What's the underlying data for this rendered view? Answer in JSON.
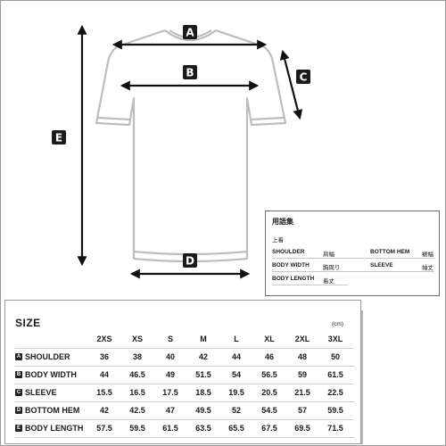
{
  "badges": {
    "a": "A",
    "b": "B",
    "c": "C",
    "d": "D",
    "e": "E"
  },
  "glossary": {
    "title": "用語集",
    "subtitle": "上着",
    "rows": [
      {
        "en": "SHOULDER",
        "jp": "肩幅",
        "en2": "BOTTOM HEM",
        "jp2": "裾幅"
      },
      {
        "en": "BODY WIDTH",
        "jp": "胸周り",
        "en2": "SLEEVE",
        "jp2": "袖丈"
      },
      {
        "en": "BODY LENGTH",
        "jp": "着丈"
      }
    ]
  },
  "size_table": {
    "title": "SIZE",
    "unit": "(cm)",
    "sizes": [
      "2XS",
      "XS",
      "S",
      "M",
      "L",
      "XL",
      "2XL",
      "3XL"
    ],
    "rows": [
      {
        "tag": "A",
        "label": "SHOULDER",
        "values": [
          "36",
          "38",
          "40",
          "42",
          "44",
          "46",
          "48",
          "50"
        ]
      },
      {
        "tag": "B",
        "label": "BODY WIDTH",
        "values": [
          "44",
          "46.5",
          "49",
          "51.5",
          "54",
          "56.5",
          "59",
          "61.5"
        ]
      },
      {
        "tag": "C",
        "label": "SLEEVE",
        "values": [
          "15.5",
          "16.5",
          "17.5",
          "18.5",
          "19.5",
          "20.5",
          "21.5",
          "22.5"
        ]
      },
      {
        "tag": "D",
        "label": "BOTTOM HEM",
        "values": [
          "42",
          "42.5",
          "47",
          "49.5",
          "52",
          "54.5",
          "57",
          "59.5"
        ]
      },
      {
        "tag": "E",
        "label": "BODY LENGTH",
        "values": [
          "57.5",
          "59.5",
          "61.5",
          "63.5",
          "65.5",
          "67.5",
          "69.5",
          "71.5"
        ]
      }
    ]
  }
}
